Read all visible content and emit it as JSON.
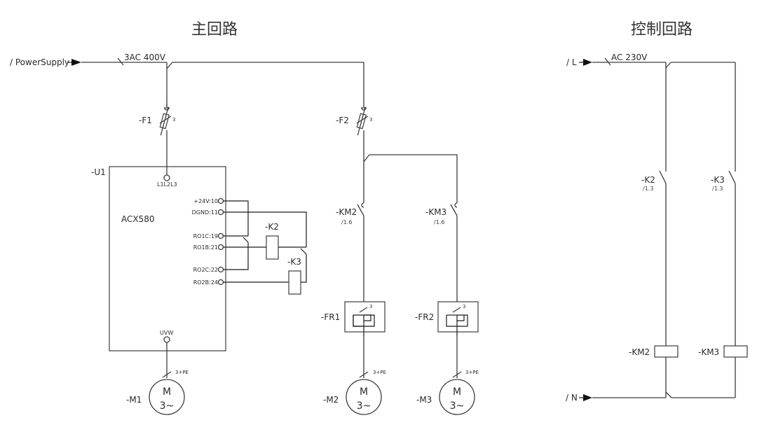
{
  "main_circuit": {
    "title": "主回路",
    "supply_label": "/ PowerSupply",
    "supply_spec": "3AC 400V",
    "fuses": [
      {
        "id": "-F1",
        "poles": "3"
      },
      {
        "id": "-F2",
        "poles": "3"
      }
    ],
    "drive": {
      "id": "-U1",
      "model": "ACX580",
      "input_terminal": "L1L2L3",
      "output_terminal": "UVW",
      "terminals": [
        "+24V:10",
        "DGND:11",
        "RO1C:19",
        "RO1B:21",
        "RO2C:22",
        "RO2B:24"
      ]
    },
    "relays": [
      {
        "id": "-K2"
      },
      {
        "id": "-K3"
      }
    ],
    "contactors": [
      {
        "id": "-KM2",
        "ref": "/1.6"
      },
      {
        "id": "-KM3",
        "ref": "/1.6"
      }
    ],
    "overloads": [
      {
        "id": "-FR1",
        "poles": "3"
      },
      {
        "id": "-FR2",
        "poles": "3"
      }
    ],
    "motors": [
      {
        "id": "-M1",
        "symbol": "M",
        "phase": "3~",
        "cable": "3+PE"
      },
      {
        "id": "-M2",
        "symbol": "M",
        "phase": "3~",
        "cable": "3+PE"
      },
      {
        "id": "-M3",
        "symbol": "M",
        "phase": "3~",
        "cable": "3+PE"
      }
    ]
  },
  "control_circuit": {
    "title": "控制回路",
    "line_label": "/ L",
    "neutral_label": "/ N",
    "supply_spec": "AC 230V",
    "contacts": [
      {
        "id": "-K2",
        "ref": "/1.3"
      },
      {
        "id": "-K3",
        "ref": "/1.3"
      }
    ],
    "coils": [
      {
        "id": "-KM2"
      },
      {
        "id": "-KM3"
      }
    ]
  }
}
